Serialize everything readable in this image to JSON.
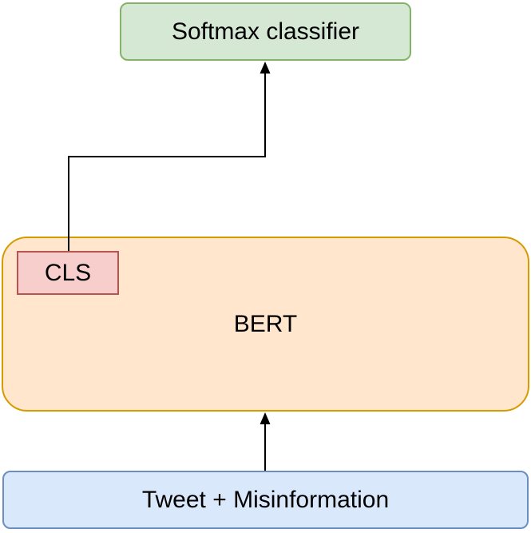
{
  "nodes": {
    "softmax": {
      "label": "Softmax classifier"
    },
    "bert": {
      "label": "BERT"
    },
    "cls": {
      "label": "CLS"
    },
    "input": {
      "label": "Tweet + Misinformation"
    }
  },
  "edges": [
    {
      "from": "input",
      "to": "bert"
    },
    {
      "from": "cls",
      "to": "softmax"
    }
  ],
  "colors": {
    "softmax_fill": "#d5e8d4",
    "softmax_stroke": "#82b366",
    "bert_fill": "#ffe6cc",
    "bert_stroke": "#d79b00",
    "cls_fill": "#f8cecc",
    "cls_stroke": "#b85450",
    "input_fill": "#dae8fc",
    "input_stroke": "#6c8ebf",
    "edge": "#000000"
  }
}
